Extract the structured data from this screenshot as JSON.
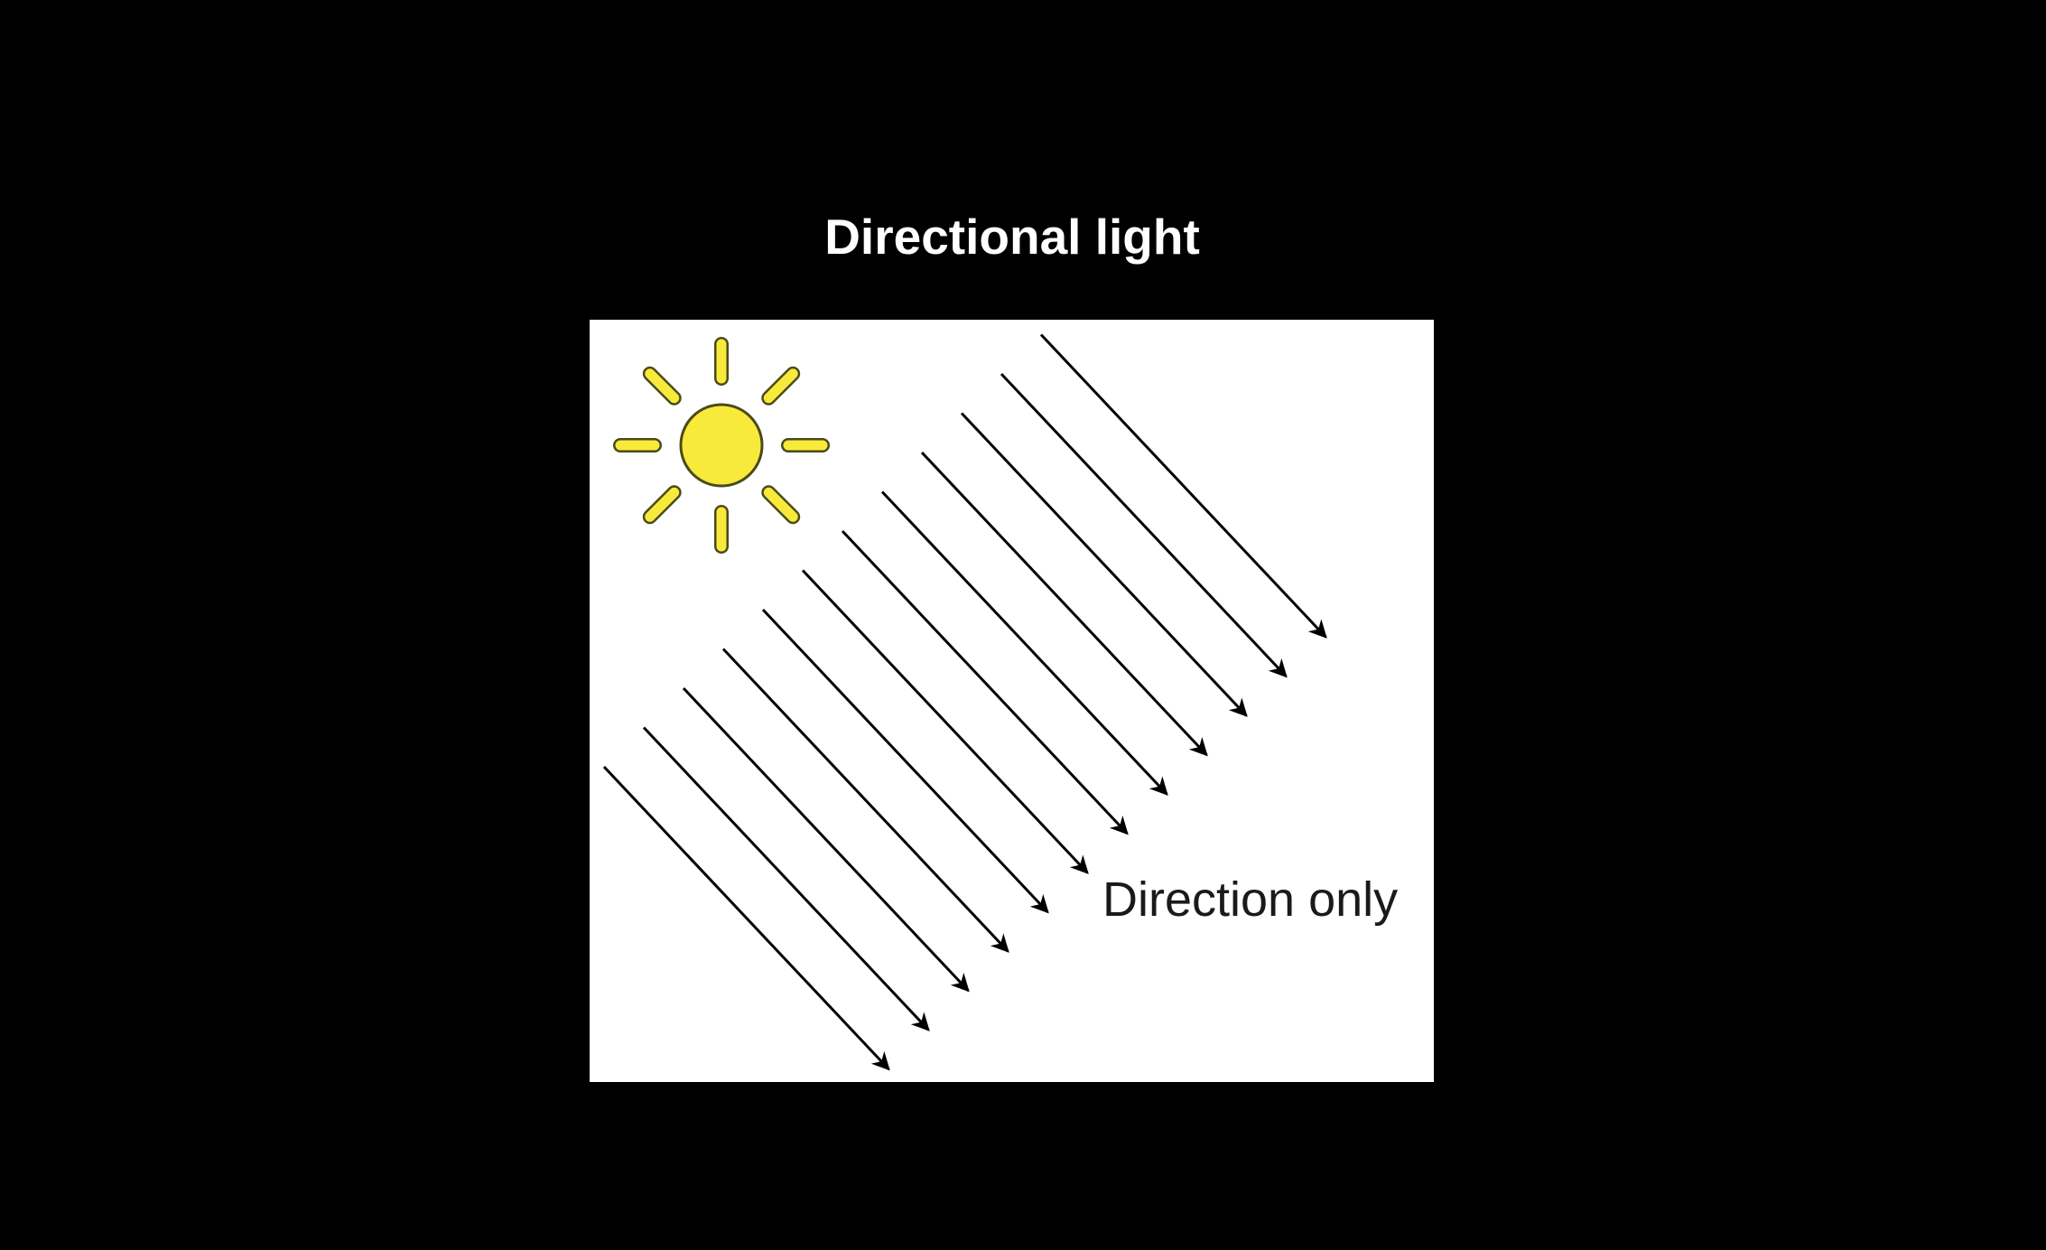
{
  "slide": {
    "title": "Directional light"
  },
  "figure": {
    "caption": "Direction only",
    "icon": "sun-icon",
    "ray_count": 12,
    "colors": {
      "sun_fill": "#f8ea3a",
      "sun_stroke": "#4a4a1a",
      "ray_stroke": "#000000",
      "panel_background": "#ffffff",
      "page_background": "#000000"
    }
  }
}
